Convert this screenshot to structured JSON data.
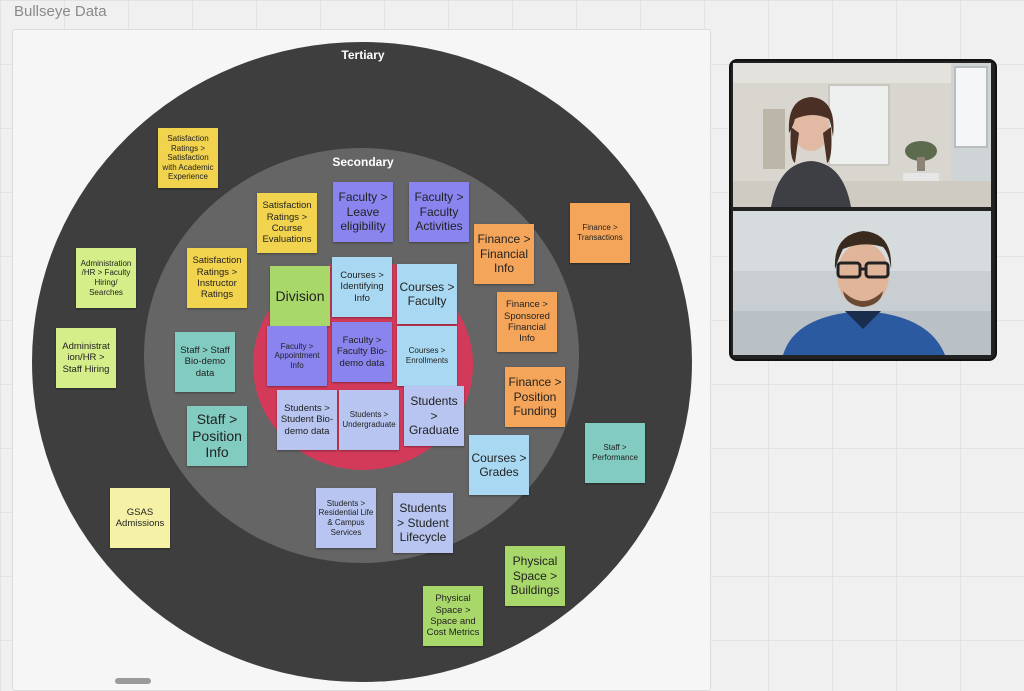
{
  "board": {
    "title": "Bullseye Data"
  },
  "rings": {
    "tertiary": "Tertiary",
    "secondary": "Secondary",
    "primary": "Division"
  },
  "notes": {
    "satisfaction_academic": "Satisfaction Ratings > Satisfaction with Academic Experience",
    "satisfaction_course": "Satisfaction Ratings > Course Evaluations",
    "faculty_leave": "Faculty > Leave eligibility",
    "faculty_activities": "Faculty > Faculty Activities",
    "finance_transactions": "Finance > Transactions",
    "finance_financial_info": "Finance > Financial Info",
    "admin_faculty_hiring": "Administration /HR > Faculty Hiring/ Searches",
    "satisfaction_instructor": "Satisfaction Ratings > Instructor Ratings",
    "courses_identifying": "Courses > Identifying Info",
    "courses_faculty": "Courses > Faculty",
    "finance_sponsored": "Finance > Sponsored Financial Info",
    "admin_staff_hiring": "Administrat ion/HR > Staff Hiring",
    "faculty_appointment": "Faculty > Appointment Info",
    "faculty_biodemo": "Faculty > Faculty Bio-demo data",
    "courses_enrollments": "Courses > Enrollments",
    "staff_biodemo": "Staff > Staff Bio-demo data",
    "finance_position_funding": "Finance > Position Funding",
    "staff_position": "Staff > Position Info",
    "students_biodemo": "Students > Student Bio-demo data",
    "students_undergraduate": "Students > Undergraduate",
    "students_graduate": "Students > Graduate",
    "staff_performance": "Staff > Performance",
    "courses_grades": "Courses > Grades",
    "gsas_admissions": "GSAS Admissions",
    "students_residential": "Students > Residential Life & Campus Services",
    "students_lifecycle": "Students > Student Lifecycle",
    "physical_buildings": "Physical Space > Buildings",
    "physical_cost": "Physical Space > Space and Cost Metrics"
  },
  "colors": {
    "tertiary_ring": "#3e3e3e",
    "secondary_ring": "#656565",
    "primary_ring": "#d33a5a"
  }
}
